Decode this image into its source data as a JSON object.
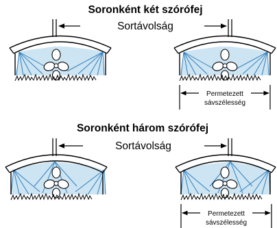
{
  "section_two": {
    "title": "Soronként két szórófej",
    "row_spacing": "Sortávolság",
    "band_width_line1": "Permetezett",
    "band_width_line2": "sávszélesség"
  },
  "section_three": {
    "title": "Soronként három szórófej",
    "row_spacing": "Sortávolság",
    "band_width_line1": "Permetezett",
    "band_width_line2": "sávszélesség"
  },
  "colors": {
    "spray_fill": "#cde4f2",
    "spray_line": "#2f7fbd",
    "ink": "#000000"
  }
}
